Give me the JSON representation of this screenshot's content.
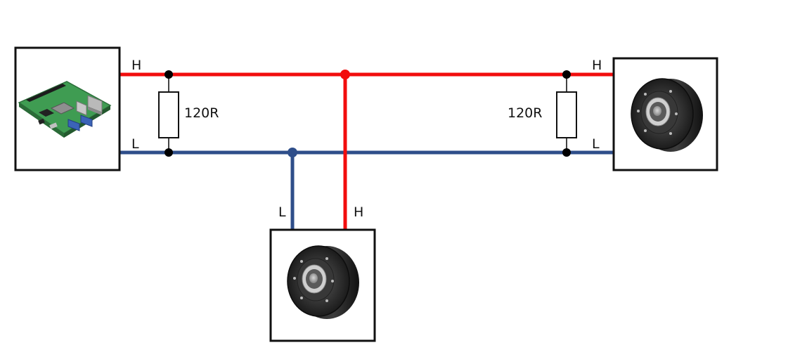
{
  "colors": {
    "can_high": "#f20d0d",
    "can_low": "#2e4e8a",
    "wire_node": "#000000",
    "box_border": "#111111"
  },
  "labels": {
    "left_high": "H",
    "left_low": "L",
    "right_high": "H",
    "right_low": "L",
    "bottom_low": "L",
    "bottom_high": "H",
    "left_resistor": "120R",
    "right_resistor": "120R"
  },
  "devices": {
    "controller": {
      "icon": "raspberry-pi-board-icon"
    },
    "motor_right": {
      "icon": "servo-motor-icon"
    },
    "motor_bottom": {
      "icon": "servo-motor-icon"
    }
  }
}
